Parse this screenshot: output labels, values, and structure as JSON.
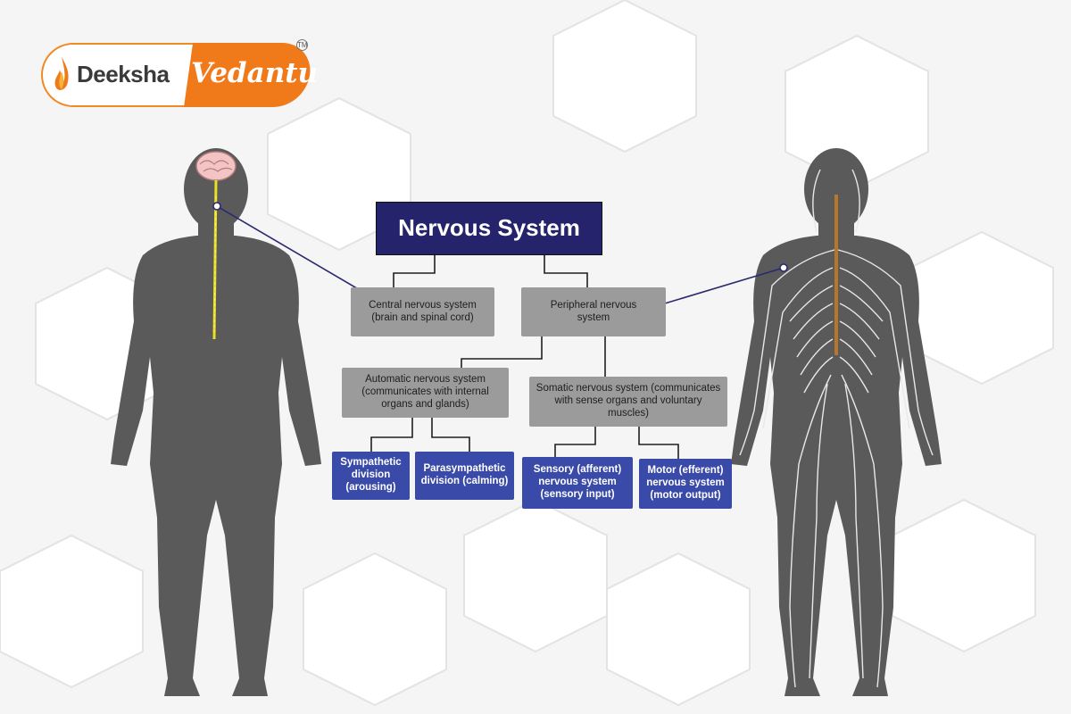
{
  "logo": {
    "brand_left": "Deeksha",
    "brand_right": "Vedantu",
    "trademark": "TM"
  },
  "diagram": {
    "title": "Nervous System",
    "central": "Central nervous system (brain and spinal cord)",
    "peripheral": "Peripheral nervous system",
    "automatic": "Automatic nervous system (communicates with internal organs and glands)",
    "somatic": "Somatic nervous system (communicates with sense organs and voluntary muscles)",
    "sympathetic": "Sympathetic division (arousing)",
    "parasympathetic": "Parasympathetic division (calming)",
    "sensory": "Sensory (afferent) nervous system (sensory input)",
    "motor": "Motor (efferent) nervous system (motor output)"
  },
  "colors": {
    "title_bg": "#25236b",
    "grey_box": "#9b9b9b",
    "blue_box": "#3a4aa8",
    "connector": "#1f1f1f",
    "pointer": "#2a2a6e",
    "body": "#5a5a5a",
    "spinal_cord_cns": "#e8e020",
    "spinal_cord_pns": "#b7772a",
    "nerves": "#e8e8e8",
    "logo_orange": "#f07a1a"
  },
  "icons": {
    "flame": "flame-icon",
    "brain": "brain-icon"
  }
}
